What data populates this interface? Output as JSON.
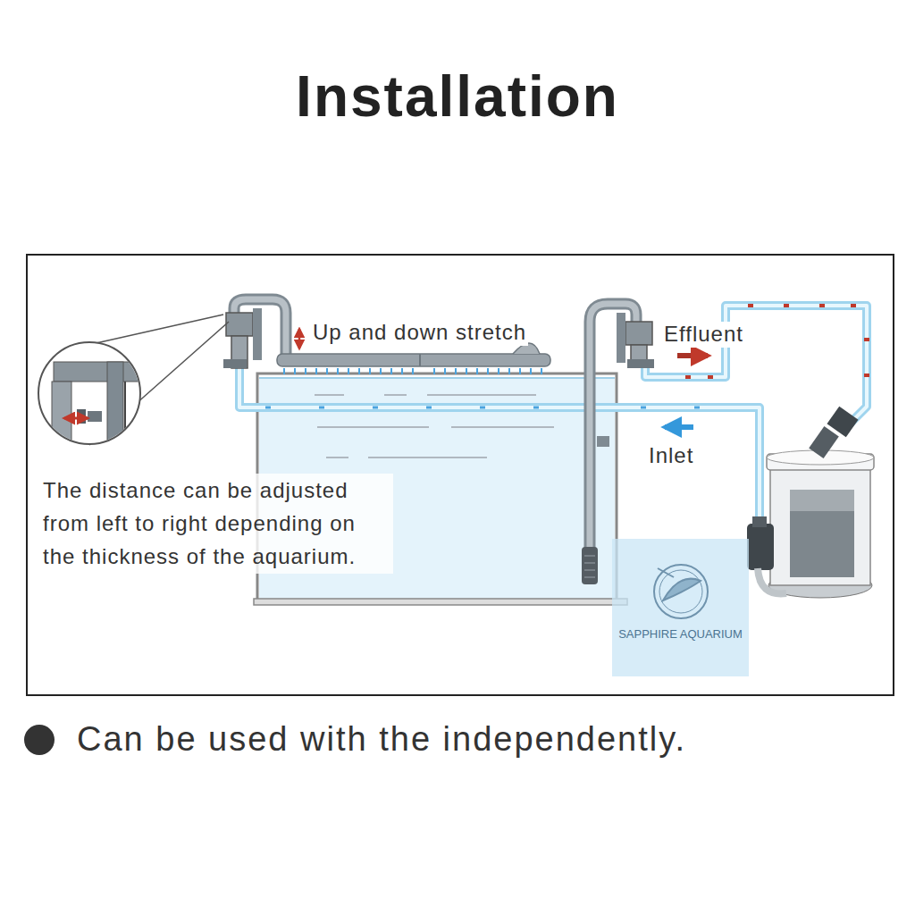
{
  "diagram": {
    "title": "Installation",
    "caption": "Can be used with the independently.",
    "nodes": [
      {
        "text": [
          "SAPPHIRE AQUARIUM"
        ]
      }
    ],
    "labels": [
      "Up and down stretch",
      "Effluent",
      "Inlet",
      "The distance can be adjusted from left to right depending on the thickness of the aquarium."
    ]
  }
}
